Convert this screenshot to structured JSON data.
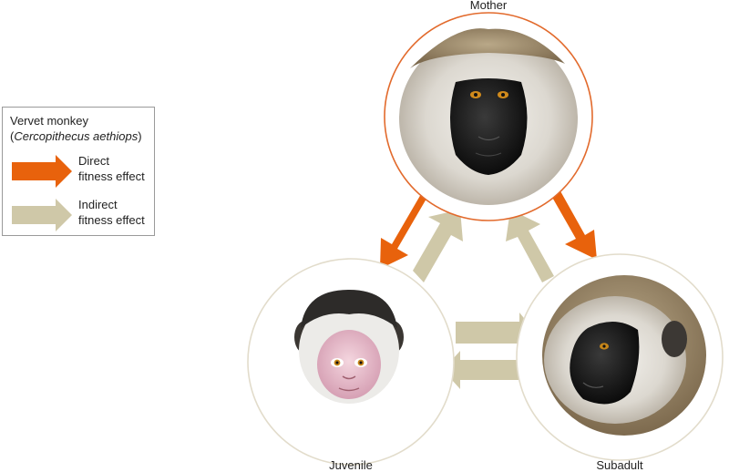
{
  "legend": {
    "species_common": "Vervet monkey",
    "species_latin": "Cercopithecus aethiops",
    "direct_line1": "Direct",
    "direct_line2": "fitness effect",
    "indirect_line1": "Indirect",
    "indirect_line2": "fitness effect"
  },
  "nodes": {
    "mother": "Mother",
    "juvenile": "Juvenile",
    "subadult": "Subadult"
  },
  "colors": {
    "direct": "#e8620c",
    "indirect": "#cfc8a8",
    "mother_ring": "#e26a2c",
    "ring": "#e2dccb"
  },
  "icons": [
    "mother-monkey-face-icon",
    "juvenile-monkey-face-icon",
    "subadult-monkey-face-icon"
  ]
}
